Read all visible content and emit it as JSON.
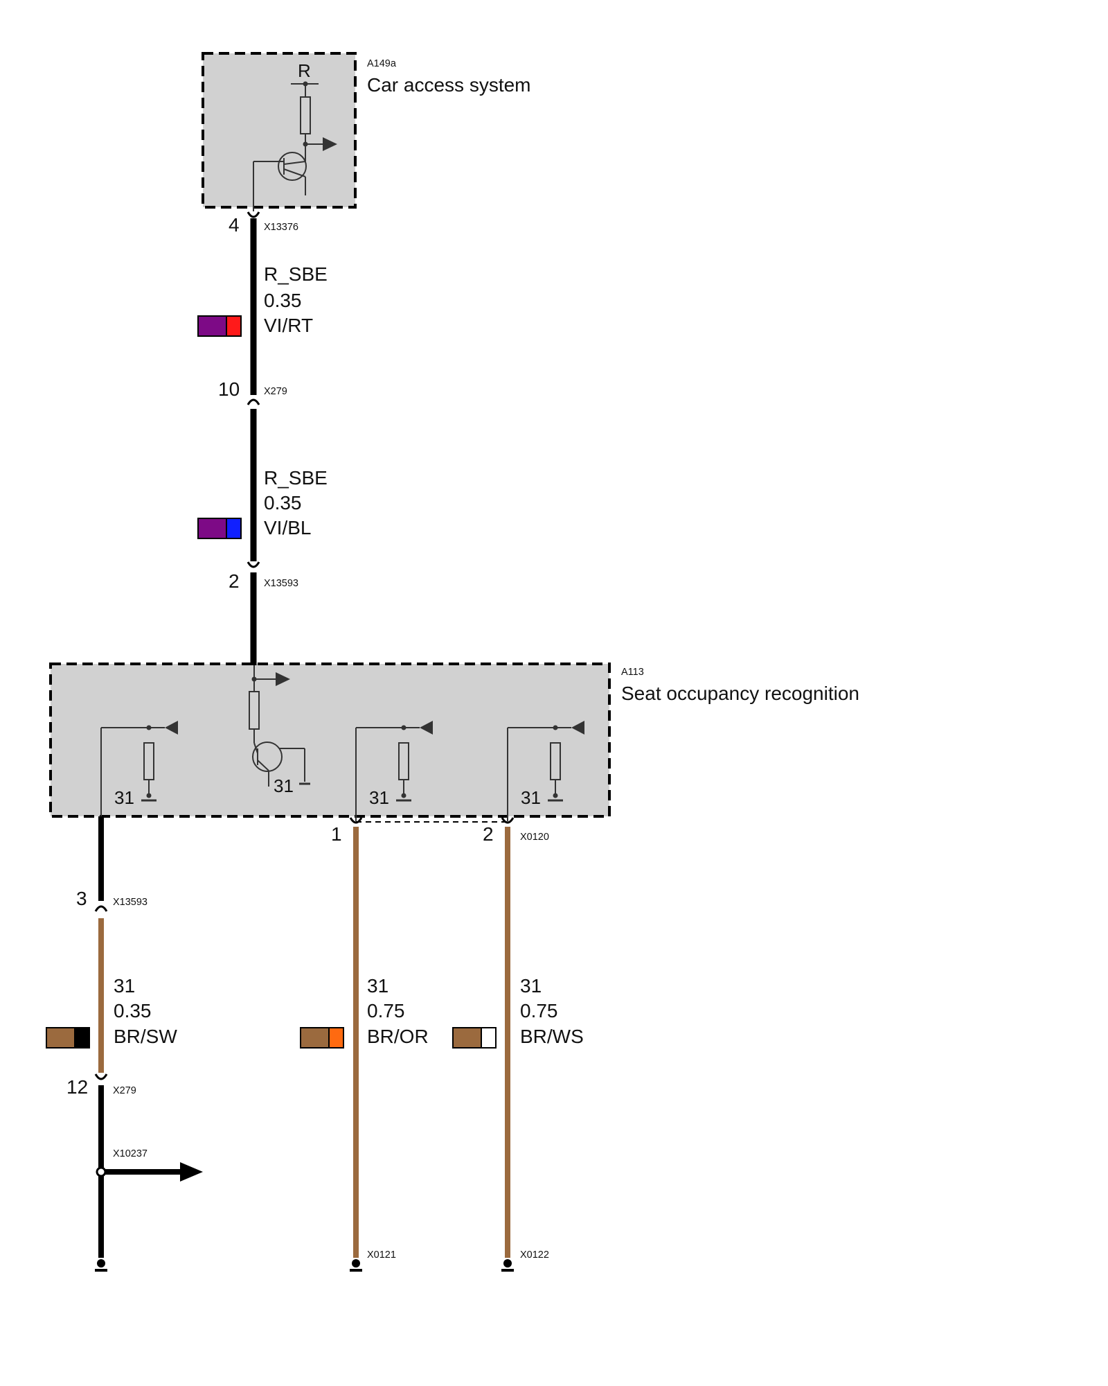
{
  "modules": {
    "cas": {
      "id": "A149a",
      "name": "Car access system",
      "supply_label": "R"
    },
    "sor": {
      "id": "A113",
      "name": "Seat occupancy recognition",
      "ground_label": "31"
    }
  },
  "wires": {
    "w1": {
      "signal": "R_SBE",
      "gauge": "0.35",
      "color_code": "VI/RT",
      "color_a": "#7d0a86",
      "color_b": "#ff1a1a"
    },
    "w2": {
      "signal": "R_SBE",
      "gauge": "0.35",
      "color_code": "VI/BL",
      "color_a": "#7d0a86",
      "color_b": "#1020ff"
    },
    "w3": {
      "signal": "31",
      "gauge": "0.35",
      "color_code": "BR/SW",
      "color_a": "#9b6a3e",
      "color_b": "#000000"
    },
    "w4": {
      "signal": "31",
      "gauge": "0.75",
      "color_code": "BR/OR",
      "color_a": "#9b6a3e",
      "color_b": "#ff6a10"
    },
    "w5": {
      "signal": "31",
      "gauge": "0.75",
      "color_code": "BR/WS",
      "color_a": "#9b6a3e",
      "color_b": "#ffffff"
    }
  },
  "connectors": {
    "c1": {
      "pin": "4",
      "id": "X13376"
    },
    "c2": {
      "pin": "10",
      "id": "X279"
    },
    "c3": {
      "pin": "2",
      "id": "X13593"
    },
    "c4": {
      "pin": "3",
      "id": "X13593"
    },
    "c5": {
      "pin": "12",
      "id": "X279"
    },
    "c6": {
      "pin": "1",
      "id": ""
    },
    "c7": {
      "pin": "2",
      "id": "X0120"
    }
  },
  "splice": {
    "id": "X10237"
  },
  "grounds": {
    "g2": "X0121",
    "g3": "X0122"
  },
  "colors": {
    "wire_black": "#000000",
    "wire_brown": "#9b6a3e",
    "module_fill": "#d1d1d1",
    "line_dark": "#333333"
  }
}
